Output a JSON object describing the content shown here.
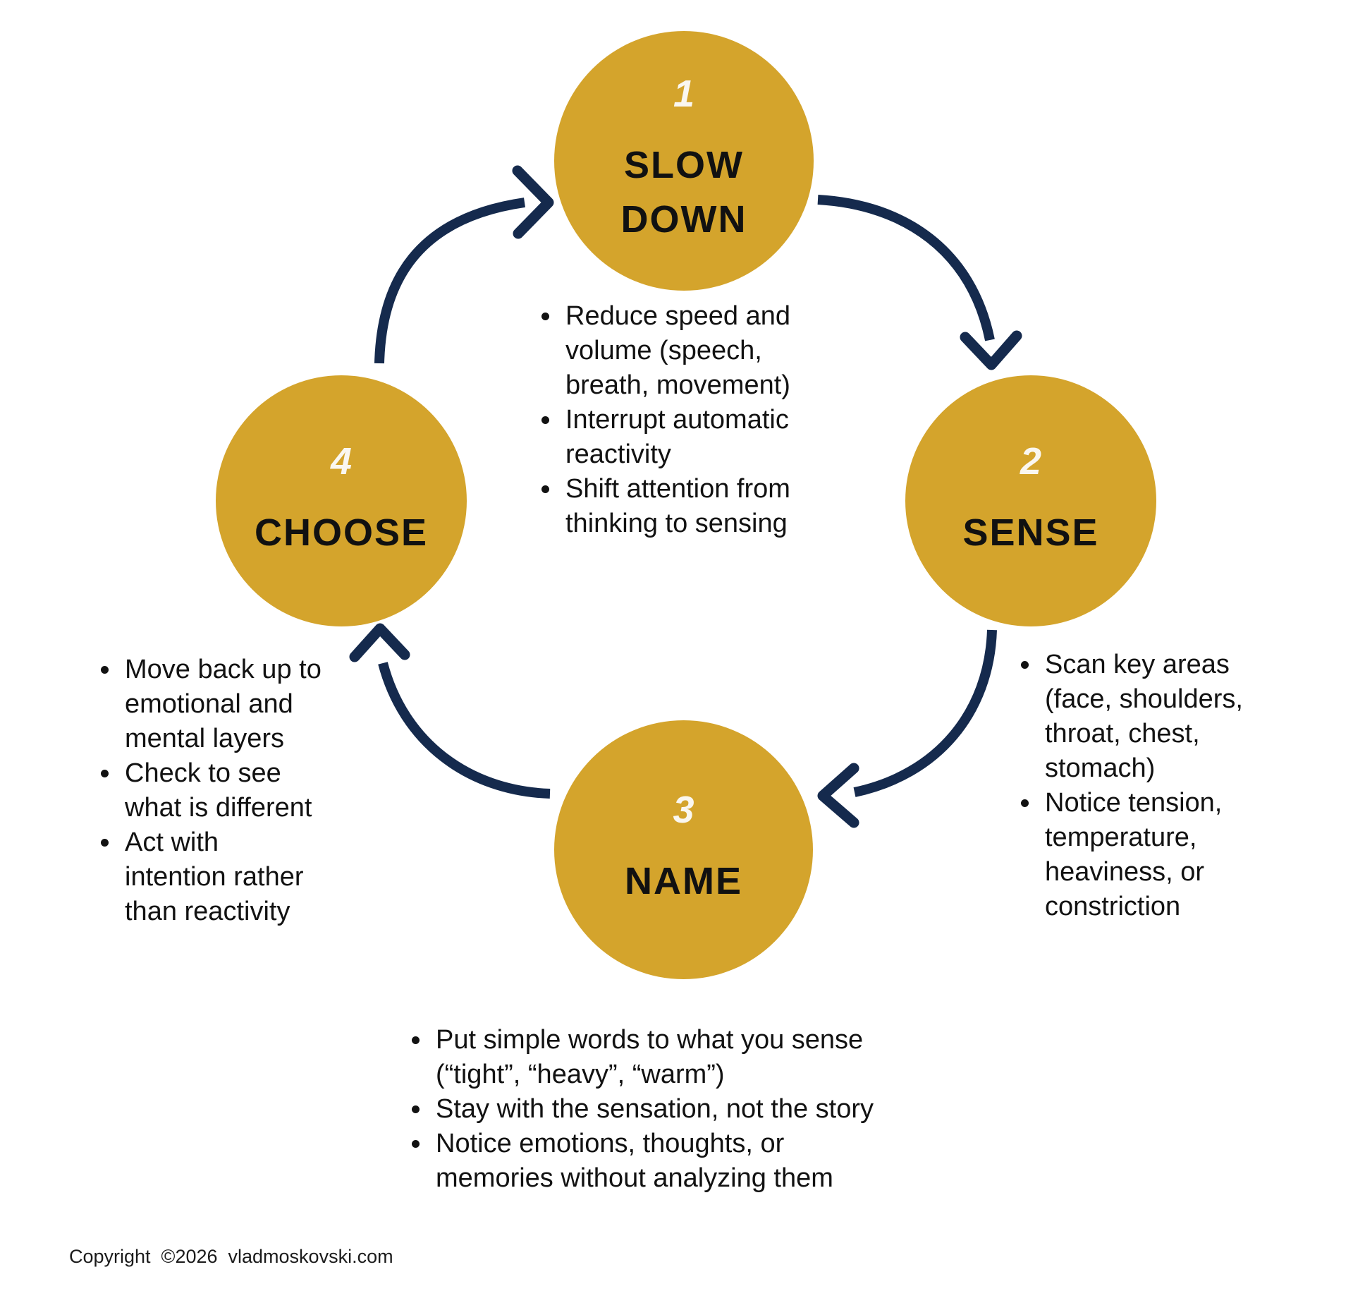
{
  "colors": {
    "circle_gold": "#D4A42C",
    "arrow_navy": "#152A4D",
    "number_white": "#FAF7F0",
    "label_black": "#111111",
    "text_black": "#121212"
  },
  "steps": [
    {
      "number": "1",
      "label": "SLOW\nDOWN",
      "bullets": [
        "Reduce speed and\nvolume (speech,\nbreath, movement)",
        "Interrupt automatic\nreactivity",
        "Shift attention from\nthinking to sensing"
      ]
    },
    {
      "number": "2",
      "label": "SENSE",
      "bullets": [
        "Scan key areas\n(face, shoulders,\nthroat, chest,\nstomach)",
        "Notice tension,\ntemperature,\nheaviness, or\nconstriction"
      ]
    },
    {
      "number": "3",
      "label": "NAME",
      "bullets": [
        "Put simple words to what you sense\n(“tight”, “heavy”, “warm”)",
        "Stay with the sensation, not the story",
        "Notice emotions, thoughts, or\nmemories without analyzing them"
      ]
    },
    {
      "number": "4",
      "label": "CHOOSE",
      "bullets": [
        "Move back up to\nemotional and\nmental layers",
        "Check to see\nwhat is different",
        "Act with\nintention rather\nthan reactivity"
      ]
    }
  ],
  "footer": {
    "copyright": "Copyright  ©2026  vladmoskovski.com"
  }
}
